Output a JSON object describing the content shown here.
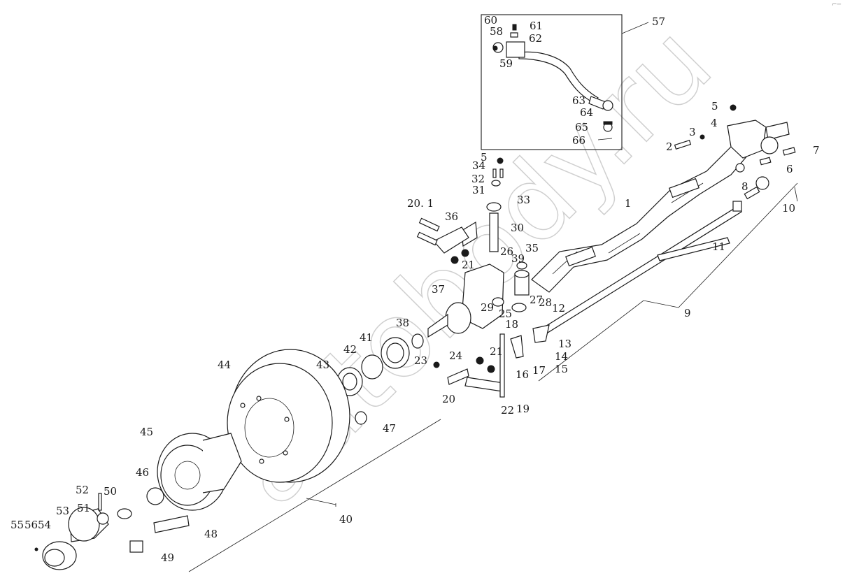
{
  "diagram": {
    "watermark": "autobody.ru",
    "corner_mark": "⌐─",
    "callouts": [
      "1",
      "2",
      "3",
      "4",
      "5",
      "6",
      "7",
      "8",
      "9",
      "10",
      "11",
      "12",
      "13",
      "14",
      "15",
      "16",
      "17",
      "18",
      "19",
      "20",
      "20. 1",
      "21",
      "22",
      "23",
      "24",
      "25",
      "26",
      "27",
      "28",
      "29",
      "30",
      "31",
      "32",
      "33",
      "34",
      "35",
      "36",
      "37",
      "38",
      "39",
      "40",
      "41",
      "42",
      "43",
      "44",
      "45",
      "46",
      "47",
      "48",
      "49",
      "50",
      "51",
      "52",
      "53",
      "54",
      "55",
      "56",
      "57",
      "58",
      "59",
      "60",
      "61",
      "62",
      "63",
      "64",
      "65",
      "66"
    ]
  }
}
